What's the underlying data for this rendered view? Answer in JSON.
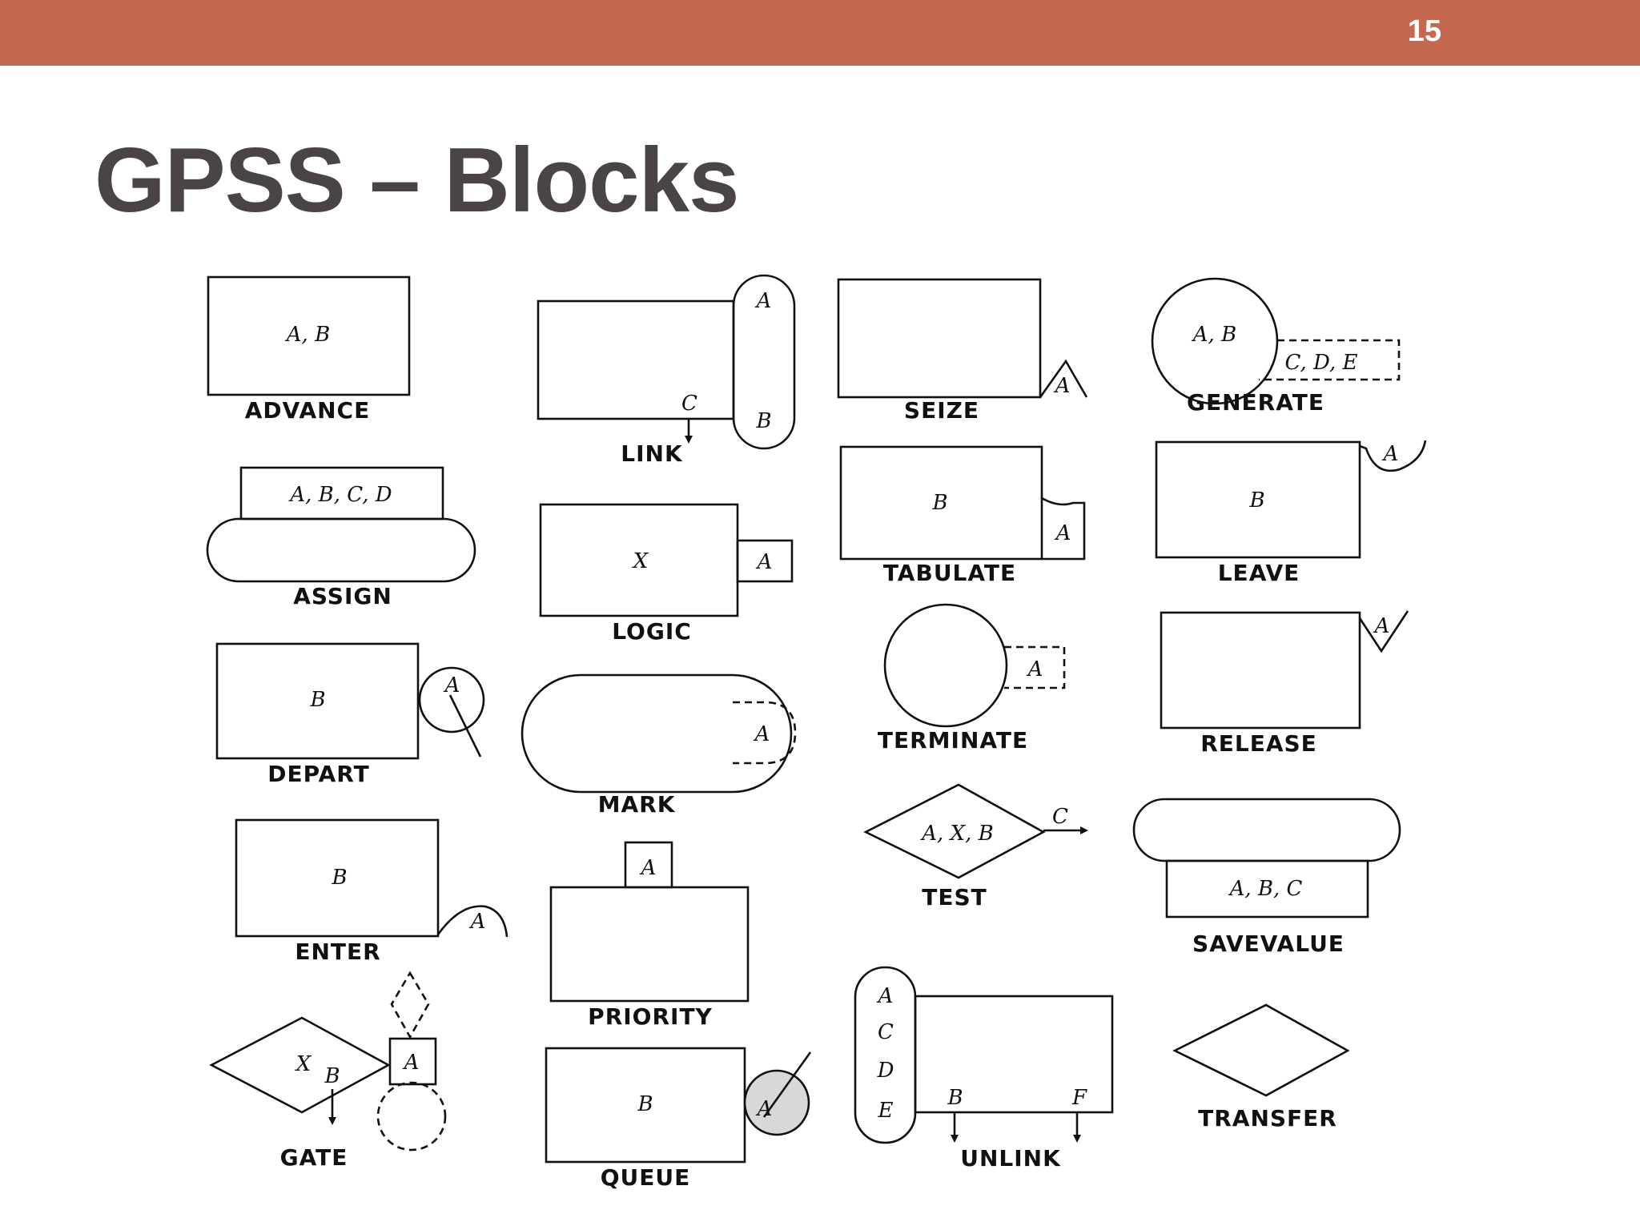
{
  "slide": {
    "page_number": "15",
    "title": "GPSS – Blocks"
  },
  "colors": {
    "header_bar": "#c4684f",
    "title_text": "#4a4444",
    "page_number_text": "#ffffff",
    "diagram_ink": "#111111"
  },
  "blocks": {
    "advance": {
      "name": "ADVANCE",
      "labels": [
        "A, B"
      ]
    },
    "link": {
      "name": "LINK",
      "labels": [
        "A",
        "B",
        "C"
      ]
    },
    "seize": {
      "name": "SEIZE",
      "labels": [
        "A"
      ]
    },
    "generate": {
      "name": "GENERATE",
      "labels": [
        "A, B",
        "C, D, E"
      ]
    },
    "assign": {
      "name": "ASSIGN",
      "labels": [
        "A, B, C, D"
      ]
    },
    "logic": {
      "name": "LOGIC",
      "labels": [
        "X",
        "A"
      ]
    },
    "tabulate": {
      "name": "TABULATE",
      "labels": [
        "B",
        "A"
      ]
    },
    "leave": {
      "name": "LEAVE",
      "labels": [
        "B",
        "A"
      ]
    },
    "depart": {
      "name": "DEPART",
      "labels": [
        "B",
        "A"
      ]
    },
    "mark": {
      "name": "MARK",
      "labels": [
        "A"
      ]
    },
    "terminate": {
      "name": "TERMINATE",
      "labels": [
        "A"
      ]
    },
    "release": {
      "name": "RELEASE",
      "labels": [
        "A"
      ]
    },
    "enter": {
      "name": "ENTER",
      "labels": [
        "B",
        "A"
      ]
    },
    "priority": {
      "name": "PRIORITY",
      "labels": [
        "A"
      ]
    },
    "test": {
      "name": "TEST",
      "labels": [
        "A, X, B",
        "C"
      ]
    },
    "savevalue": {
      "name": "SAVEVALUE",
      "labels": [
        "A, B, C"
      ]
    },
    "gate": {
      "name": "GATE",
      "labels": [
        "X",
        "B",
        "A"
      ]
    },
    "queue": {
      "name": "QUEUE",
      "labels": [
        "B",
        "A"
      ]
    },
    "unlink": {
      "name": "UNLINK",
      "labels": [
        "A",
        "C",
        "D",
        "E",
        "B",
        "F"
      ]
    },
    "transfer": {
      "name": "TRANSFER",
      "labels": []
    }
  }
}
